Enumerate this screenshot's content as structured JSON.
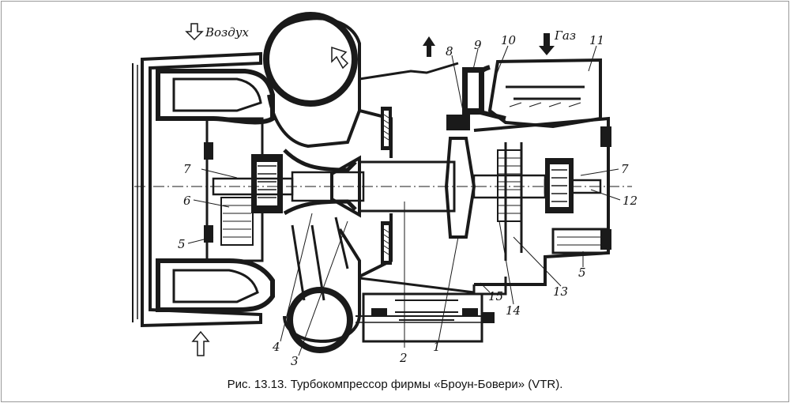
{
  "flow_labels": {
    "air": "Воздух",
    "gas": "Газ"
  },
  "callouts": {
    "c1": "1",
    "c2": "2",
    "c3": "3",
    "c4": "4",
    "c5_left": "5",
    "c5_right": "5",
    "c6": "6",
    "c7_left": "7",
    "c7_right": "7",
    "c8": "8",
    "c9": "9",
    "c10": "10",
    "c11": "11",
    "c12": "12",
    "c13": "13",
    "c14": "14",
    "c15": "15"
  },
  "caption": "Рис. 13.13. Турбокомпрессор фирмы «Броун-Бовери» (VTR)."
}
